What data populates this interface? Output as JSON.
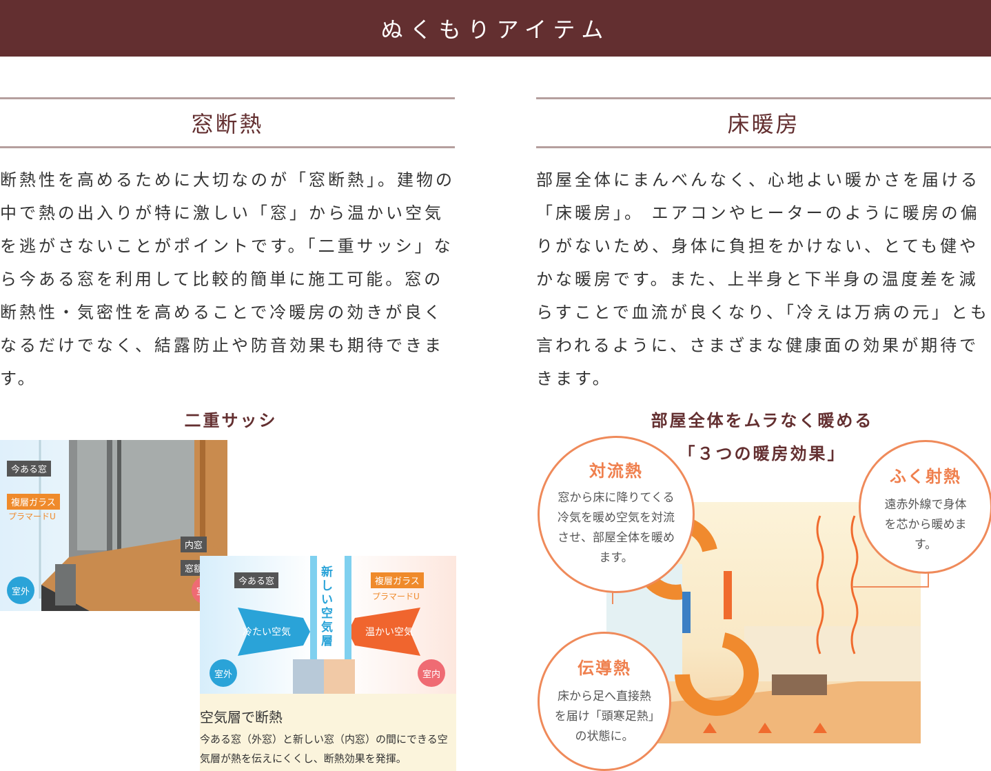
{
  "banner": {
    "title": "ぬくもりアイテム"
  },
  "left": {
    "title": "窓断熱",
    "text": "断熱性を高めるために大切なのが「窓断熱」。建物の中で熱の出入りが特に激しい「窓」から温かい空気を逃がさないことがポイントです。「二重サッシ」なら今ある窓を利用して比較的簡単に施工可能。窓の断熱性・気密性を高めることで冷暖房の効きが良くなるだけでなく、結露防止や防音効果も期待できます。",
    "figure_title": "二重サッシ",
    "photo": {
      "tag_existing": "今ある窓",
      "tag_glass": "複層ガラス",
      "glass_sub": "プラマードU",
      "tag_inner": "内窓",
      "tag_frame": "窓額縁",
      "outside": "室外",
      "inside": "室内"
    },
    "diagram": {
      "tag_existing": "今ある窓",
      "air_layer": "新しい空気層",
      "tag_glass": "複層ガラス",
      "glass_sub": "プラマードU",
      "cold_air": "冷たい空気",
      "warm_air": "温かい空気",
      "outside": "室外",
      "inside": "室内",
      "caption_title": "空気層で断熱",
      "caption_text": "今ある窓（外窓）と新しい窓（内窓）の間にできる空気層が熱を伝えにくくし、断熱効果を発揮。"
    }
  },
  "right": {
    "title": "床暖房",
    "text": "部屋全体にまんべんなく、心地よい暖かさを届ける「床暖房」。 エアコンやヒーターのように暖房の偏りがないため、身体に負担をかけない、とても健やかな暖房です。また、上半身と下半身の温度差を減らすことで血流が良くなり、「冷えは万病の元」とも言われるように、さまざまな健康面の効果が期待できます。",
    "figure_title_1": "部屋全体をムラなく暖める",
    "figure_title_2": "「３つの暖房効果」",
    "bubbles": {
      "convection": {
        "title": "対流熱",
        "text": "窓から床に降りてくる冷気を暖め空気を対流させ、部屋全体を暖めます。"
      },
      "radiant": {
        "title": "ふく射熱",
        "text": "遠赤外線で身体を芯から暖めます。"
      },
      "conduction": {
        "title": "伝導熱",
        "text": "床から足へ直接熱を届け「頭寒足熱」の状態に。"
      }
    }
  }
}
